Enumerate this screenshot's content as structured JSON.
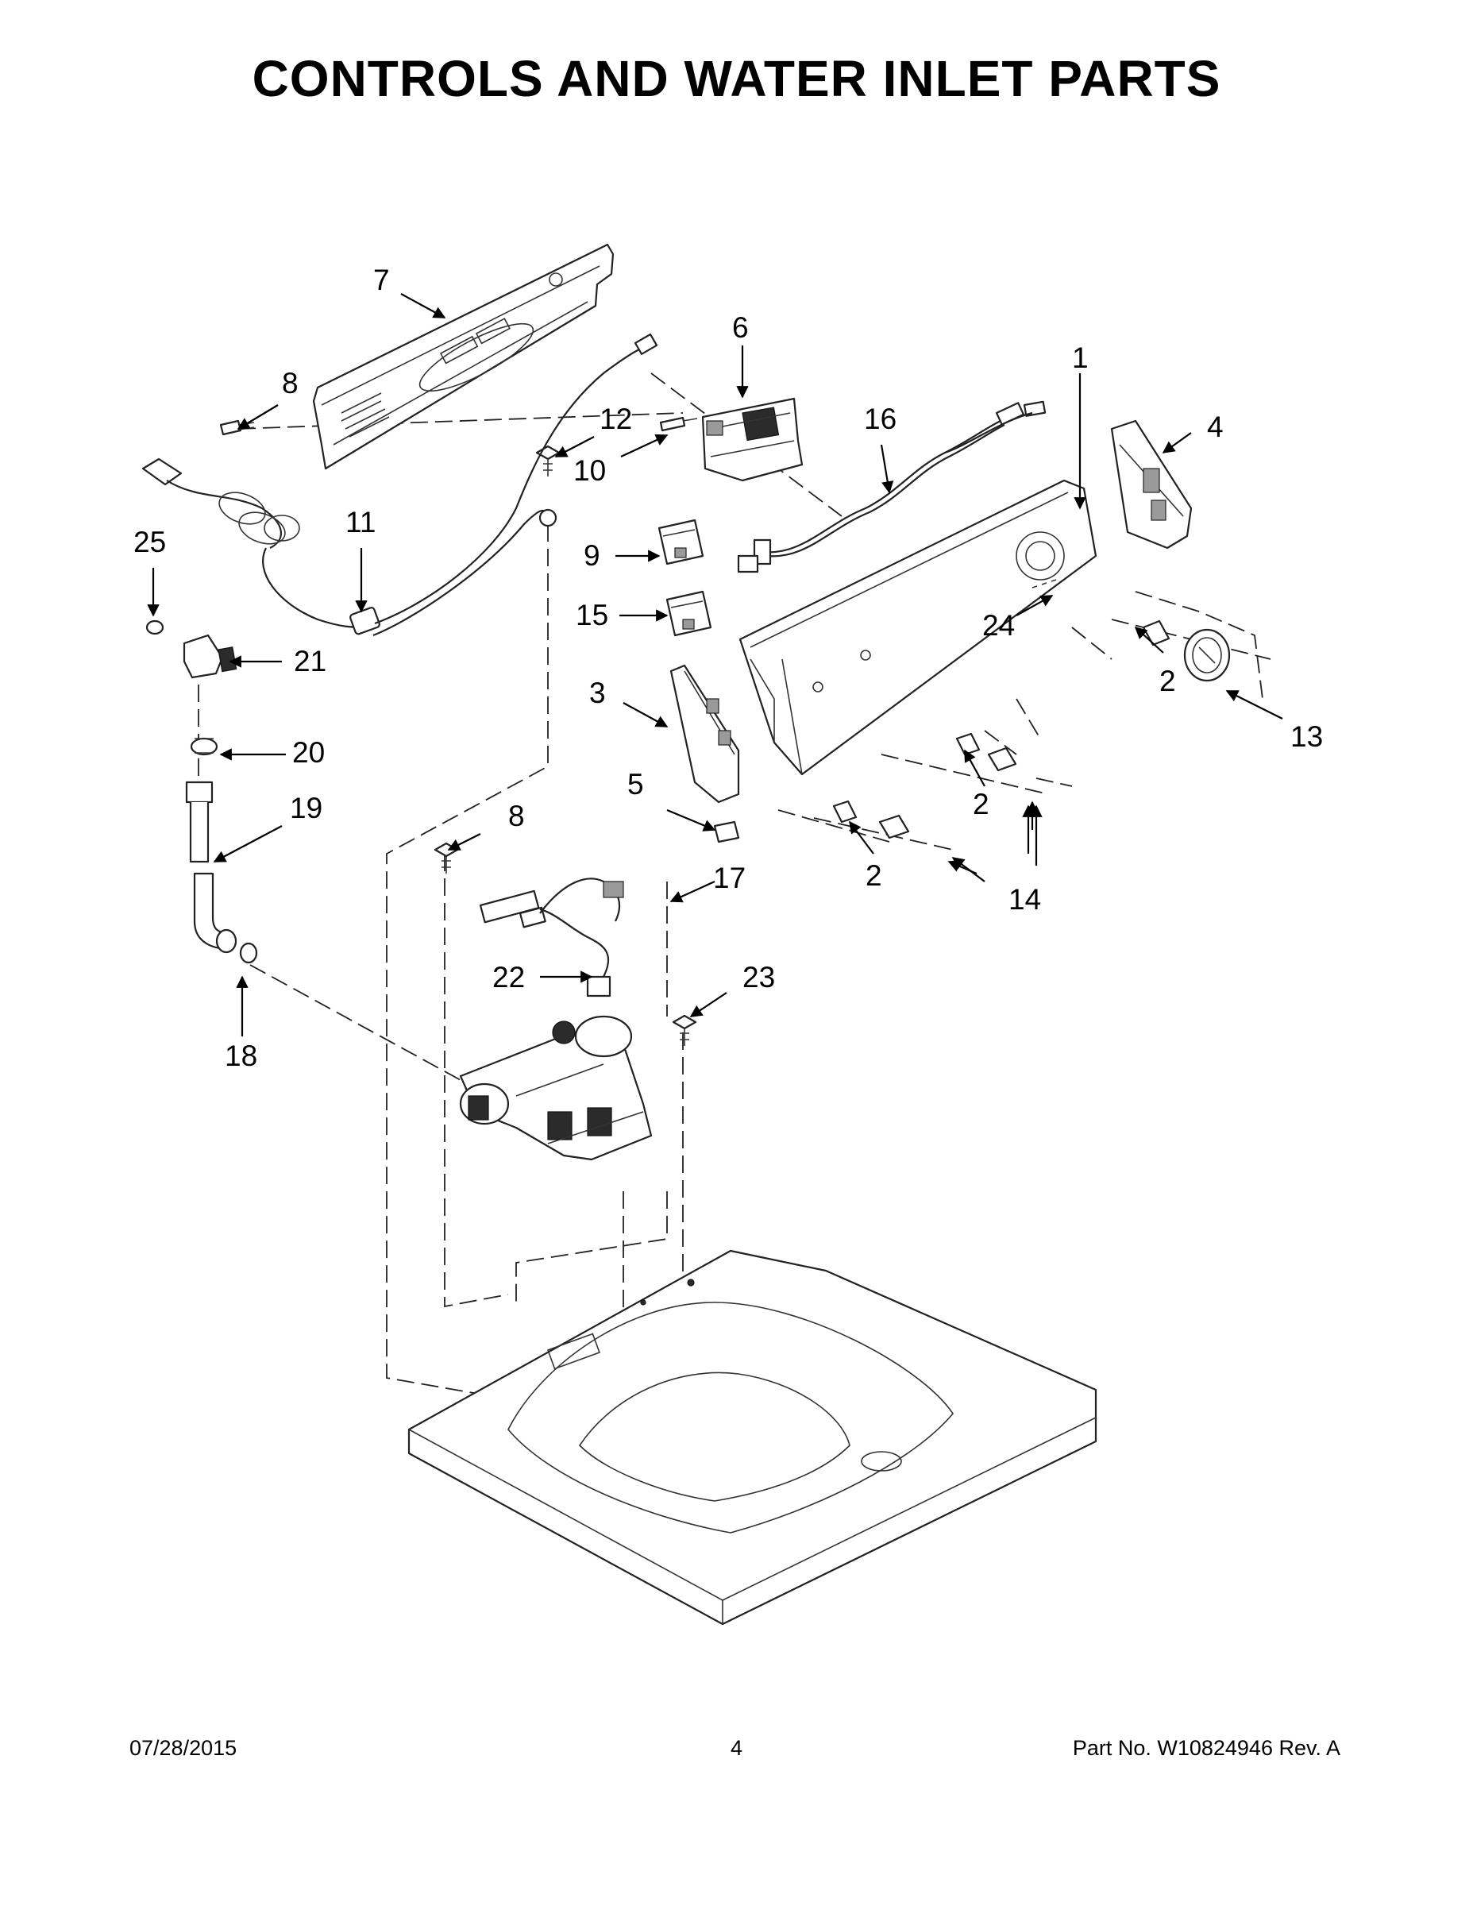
{
  "title": "CONTROLS AND WATER INLET PARTS",
  "footer": {
    "date": "07/28/2015",
    "page": "4",
    "part_no": "Part No.  W10824946  Rev.  A"
  },
  "callouts": [
    {
      "id": "c7",
      "label": "7"
    },
    {
      "id": "c6",
      "label": "6"
    },
    {
      "id": "c1",
      "label": "1"
    },
    {
      "id": "c16",
      "label": "16"
    },
    {
      "id": "c4",
      "label": "4"
    },
    {
      "id": "c8a",
      "label": "8"
    },
    {
      "id": "c12",
      "label": "12"
    },
    {
      "id": "c10",
      "label": "10"
    },
    {
      "id": "c11",
      "label": "11"
    },
    {
      "id": "c25",
      "label": "25"
    },
    {
      "id": "c9",
      "label": "9"
    },
    {
      "id": "c15",
      "label": "15"
    },
    {
      "id": "c24",
      "label": "24"
    },
    {
      "id": "c21",
      "label": "21"
    },
    {
      "id": "c2a",
      "label": "2"
    },
    {
      "id": "c3",
      "label": "3"
    },
    {
      "id": "c13",
      "label": "13"
    },
    {
      "id": "c20",
      "label": "20"
    },
    {
      "id": "c5",
      "label": "5"
    },
    {
      "id": "c2b",
      "label": "2"
    },
    {
      "id": "c19",
      "label": "19"
    },
    {
      "id": "c8b",
      "label": "8"
    },
    {
      "id": "c2c",
      "label": "2"
    },
    {
      "id": "c17",
      "label": "17"
    },
    {
      "id": "c14",
      "label": "14"
    },
    {
      "id": "c22",
      "label": "22"
    },
    {
      "id": "c23",
      "label": "23"
    },
    {
      "id": "c18",
      "label": "18"
    }
  ]
}
